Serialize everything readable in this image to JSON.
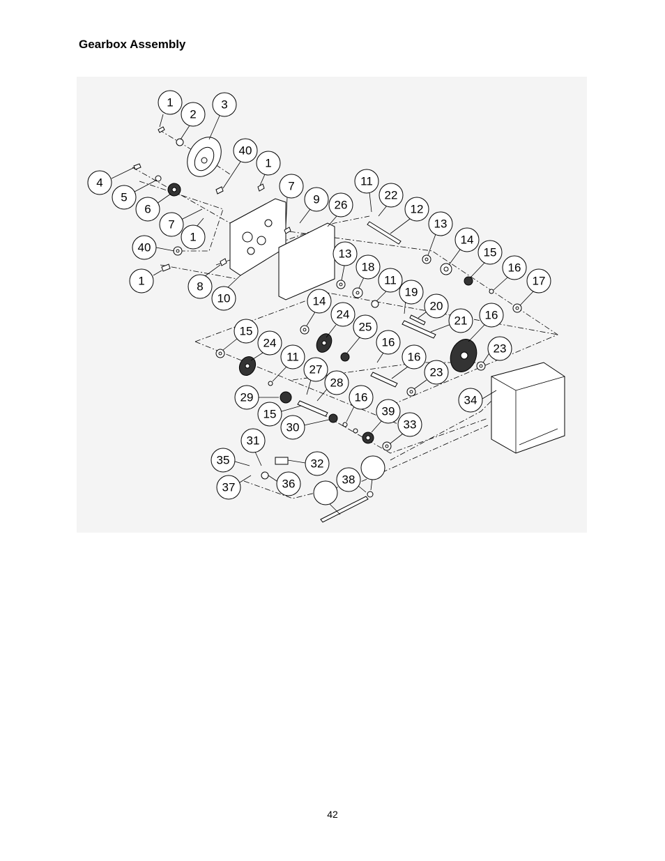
{
  "page": {
    "title": "Gearbox Assembly",
    "page_number": "42"
  },
  "callouts": [
    "1",
    "2",
    "3",
    "40",
    "1",
    "4",
    "5",
    "6",
    "7",
    "1",
    "7",
    "9",
    "26",
    "40",
    "1",
    "8",
    "10",
    "11",
    "22",
    "12",
    "13",
    "14",
    "15",
    "16",
    "17",
    "13",
    "18",
    "11",
    "19",
    "20",
    "21",
    "16",
    "23",
    "14",
    "24",
    "25",
    "16",
    "16",
    "23",
    "15",
    "24",
    "11",
    "27",
    "28",
    "29",
    "15",
    "30",
    "16",
    "39",
    "33",
    "34",
    "31",
    "35",
    "32",
    "37",
    "36",
    "38"
  ]
}
